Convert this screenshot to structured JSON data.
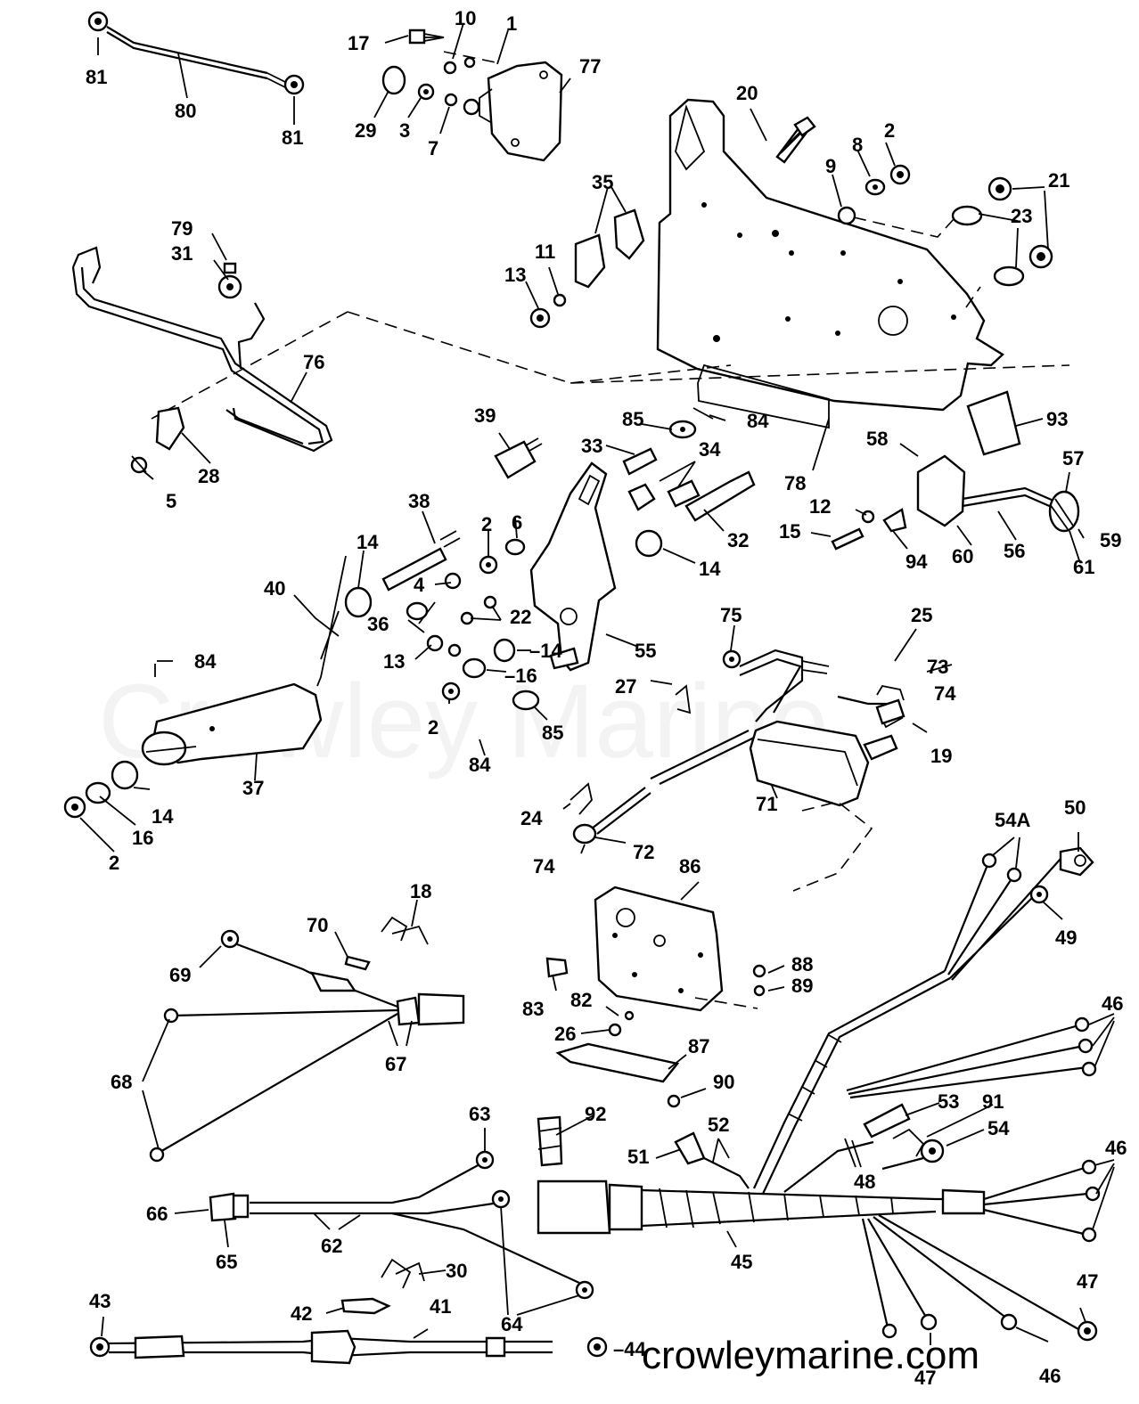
{
  "watermark": "Crowley Marine",
  "website": "crowleymarine.com",
  "callouts": {
    "c81a": "81",
    "c80": "80",
    "c81b": "81",
    "c17": "17",
    "c10": "10",
    "c1": "1",
    "c77": "77",
    "c29": "29",
    "c3": "3",
    "c7": "7",
    "c20": "20",
    "c8": "8",
    "c2a": "2",
    "c9": "9",
    "c21": "21",
    "c23": "23",
    "c35": "35",
    "c79": "79",
    "c31": "31",
    "c11": "11",
    "c13a": "13",
    "c76": "76",
    "c28": "28",
    "c5": "5",
    "c39": "39",
    "c85a": "85",
    "c84a": "84",
    "c33": "33",
    "c34": "34",
    "c93": "93",
    "c58": "58",
    "c57": "57",
    "c78": "78",
    "c38": "38",
    "c2b": "2",
    "c6": "6",
    "c14a": "14",
    "c32": "32",
    "c12": "12",
    "c15": "15",
    "c94": "94",
    "c60": "60",
    "c56": "56",
    "c59": "59",
    "c61": "61",
    "c40": "40",
    "c4": "4",
    "c14b": "14",
    "c36": "36",
    "c22": "22",
    "c13b": "13",
    "c14c": "–14",
    "c55": "55",
    "c75": "75",
    "c25": "25",
    "c73": "73",
    "c74a": "74",
    "c84b": "84",
    "c16a": "–16",
    "c27": "27",
    "c2c": "2",
    "c85b": "85",
    "c19": "19",
    "c84c": "84",
    "c37": "37",
    "c71": "71",
    "c14d": "14",
    "c16b": "16",
    "c2d": "2",
    "c24": "24",
    "c72": "72",
    "c74b": "74",
    "c86": "86",
    "c54A": "54A",
    "c50": "50",
    "c49": "49",
    "c18": "18",
    "c70": "70",
    "c69": "69",
    "c88": "88",
    "c89": "89",
    "c83": "83",
    "c82": "82",
    "c26": "26",
    "c87": "87",
    "c67": "67",
    "c46a": "46",
    "c68": "68",
    "c90": "90",
    "c63": "63",
    "c92": "92",
    "c53": "53",
    "c91": "91",
    "c52": "52",
    "c54": "54",
    "c51": "51",
    "c48": "48",
    "c46b": "46",
    "c66": "66",
    "c62": "62",
    "c65": "65",
    "c45": "45",
    "c30": "30",
    "c64": "64",
    "c43": "43",
    "c42": "42",
    "c41": "41",
    "c44": "–44",
    "c47a": "47",
    "c47b": "47",
    "c46c": "46"
  }
}
